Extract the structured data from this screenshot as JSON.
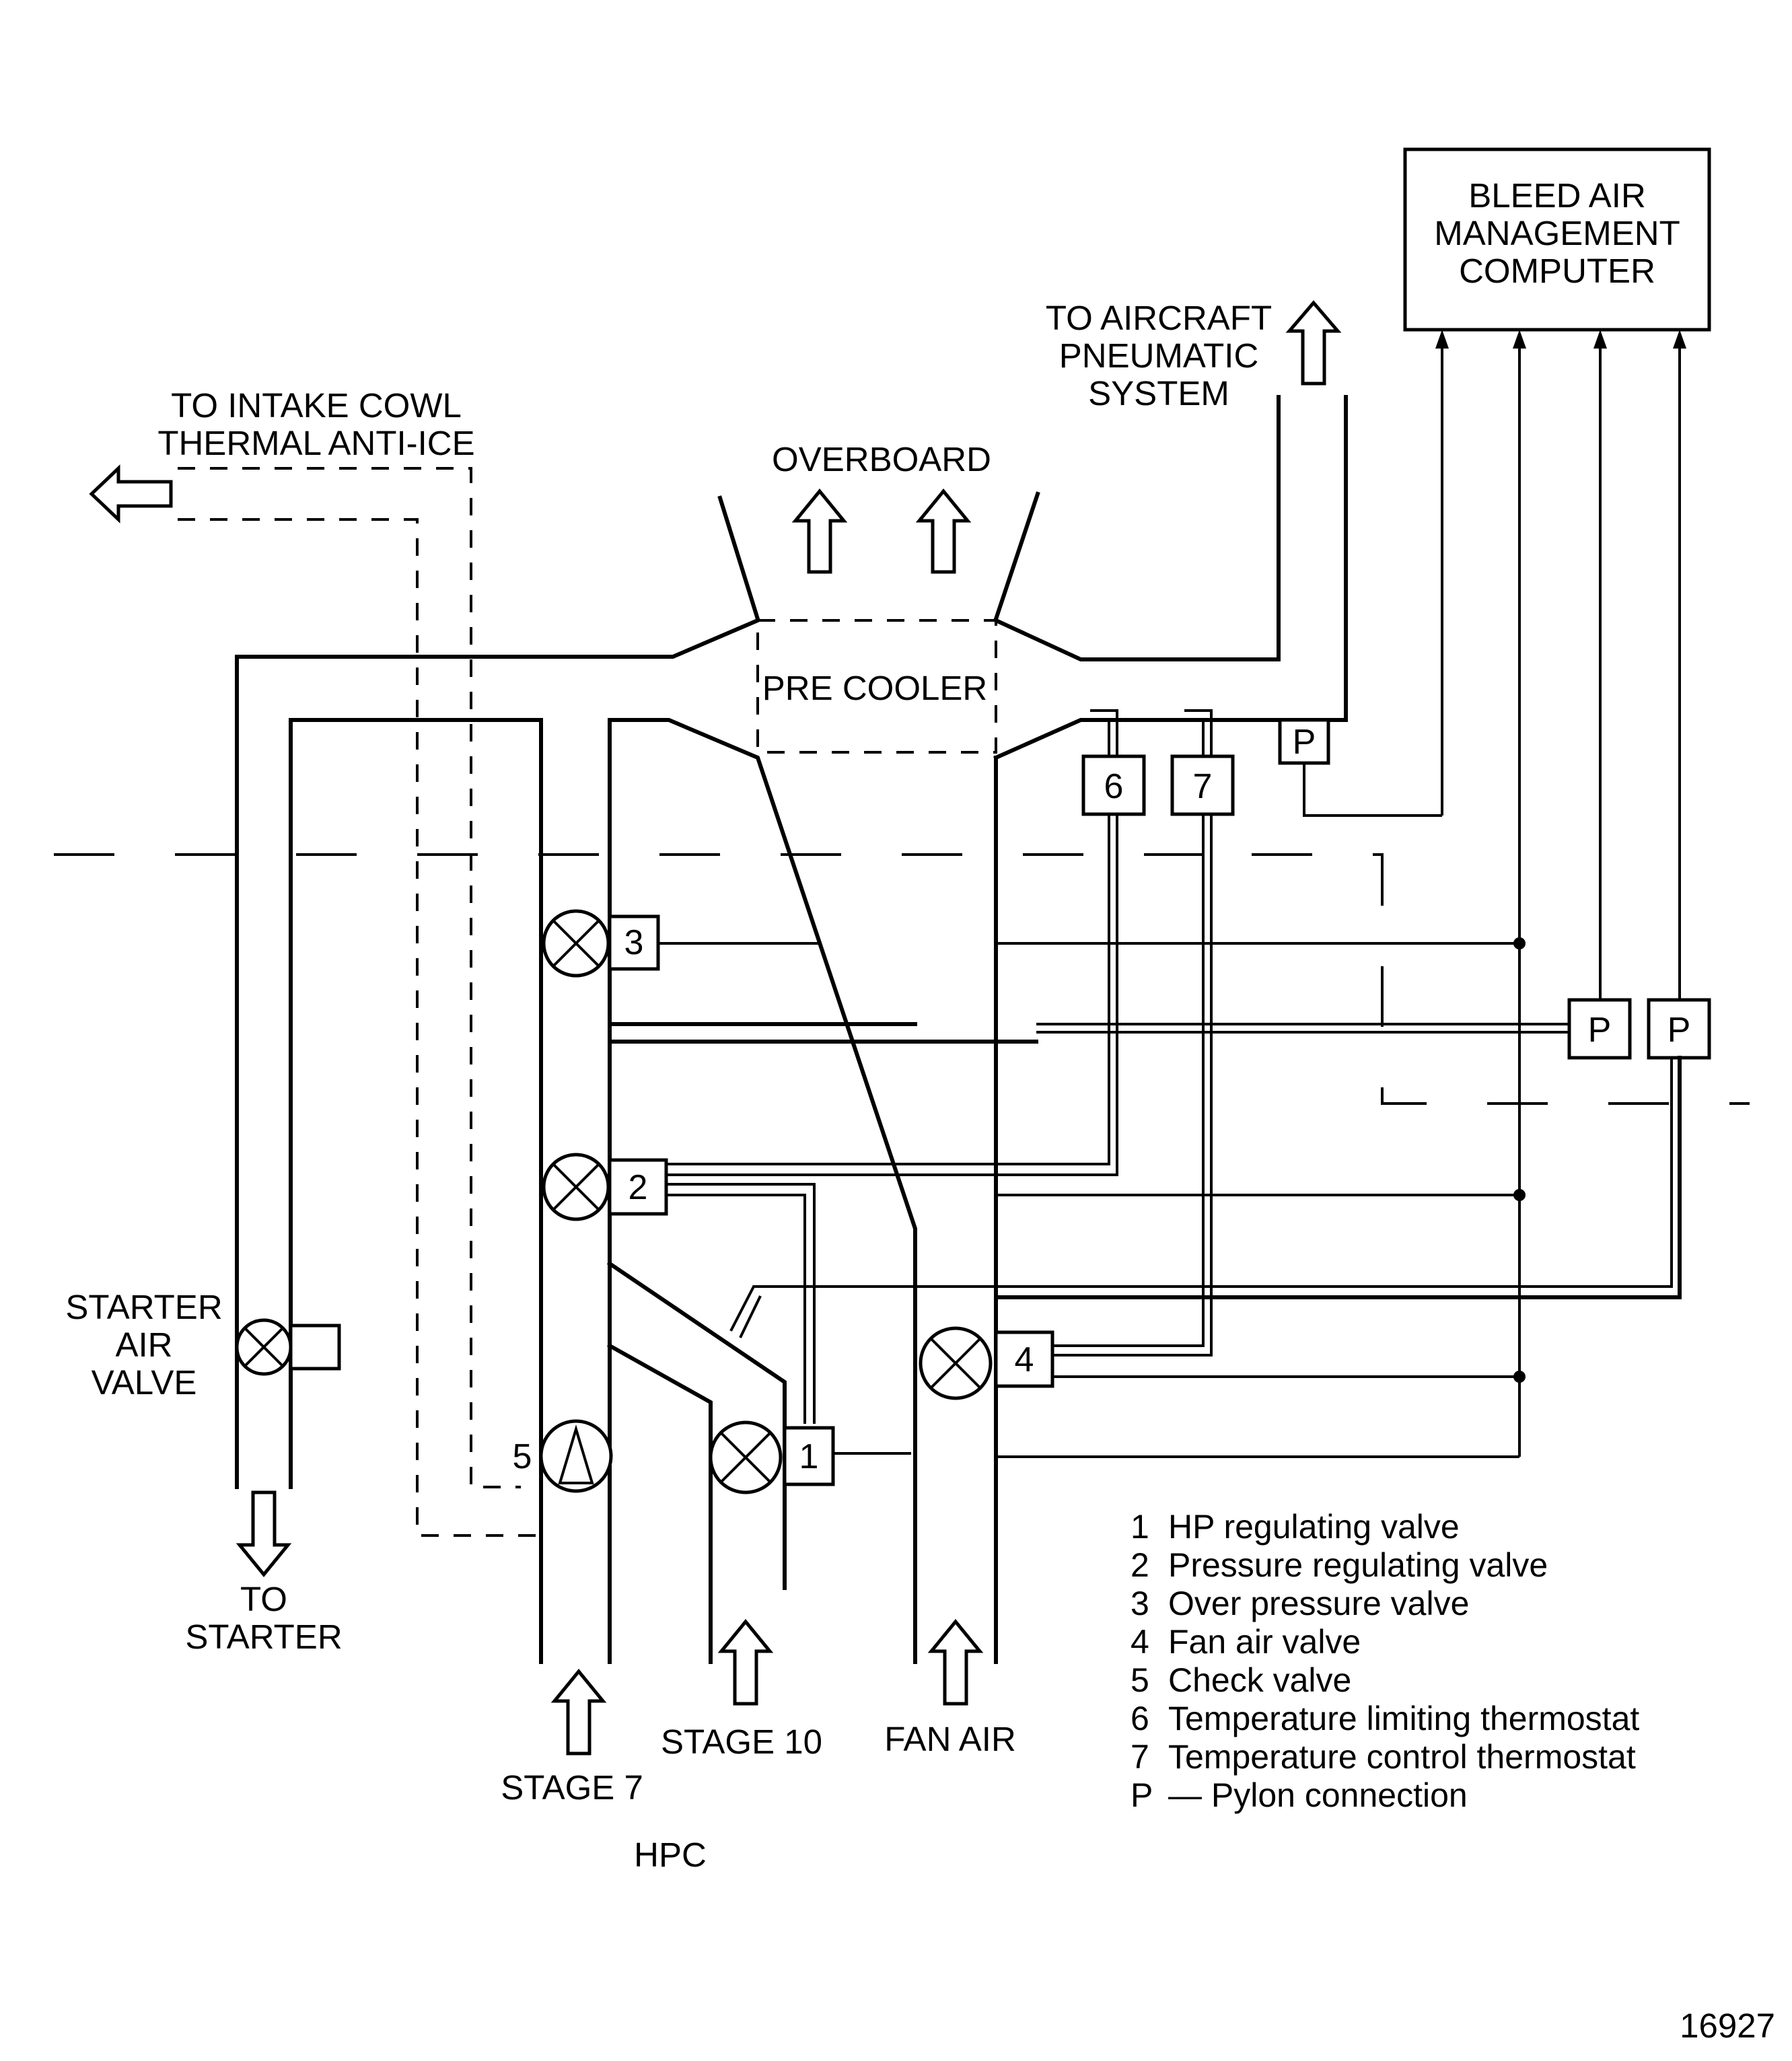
{
  "labels": {
    "computer": [
      "BLEED AIR",
      "MANAGEMENT",
      "COMPUTER"
    ],
    "aircraft_pneumatic": [
      "TO AIRCRAFT",
      "PNEUMATIC",
      "SYSTEM"
    ],
    "intake_cowl": [
      "TO INTAKE COWL",
      "THERMAL ANTI-ICE"
    ],
    "overboard": "OVERBOARD",
    "precooler": "PRE COOLER",
    "starter_air_valve": [
      "STARTER",
      "AIR",
      "VALVE"
    ],
    "to_starter": [
      "TO",
      "STARTER"
    ],
    "stage7": "STAGE 7",
    "stage10": "STAGE 10",
    "fan_air": "FAN AIR",
    "hpc": "HPC",
    "figure_number": "16927"
  },
  "components": {
    "valve1": "1",
    "valve2": "2",
    "valve3": "3",
    "valve4": "4",
    "valve5": "5",
    "thermostat6": "6",
    "thermostat7": "7",
    "pylon": "P"
  },
  "legend": [
    {
      "key": "1",
      "text": "HP regulating valve"
    },
    {
      "key": "2",
      "text": "Pressure regulating valve"
    },
    {
      "key": "3",
      "text": "Over pressure valve"
    },
    {
      "key": "4",
      "text": "Fan air valve"
    },
    {
      "key": "5",
      "text": "Check valve"
    },
    {
      "key": "6",
      "text": "Temperature limiting thermostat"
    },
    {
      "key": "7",
      "text": "Temperature control thermostat"
    },
    {
      "key": "P",
      "text": "— Pylon connection"
    }
  ]
}
